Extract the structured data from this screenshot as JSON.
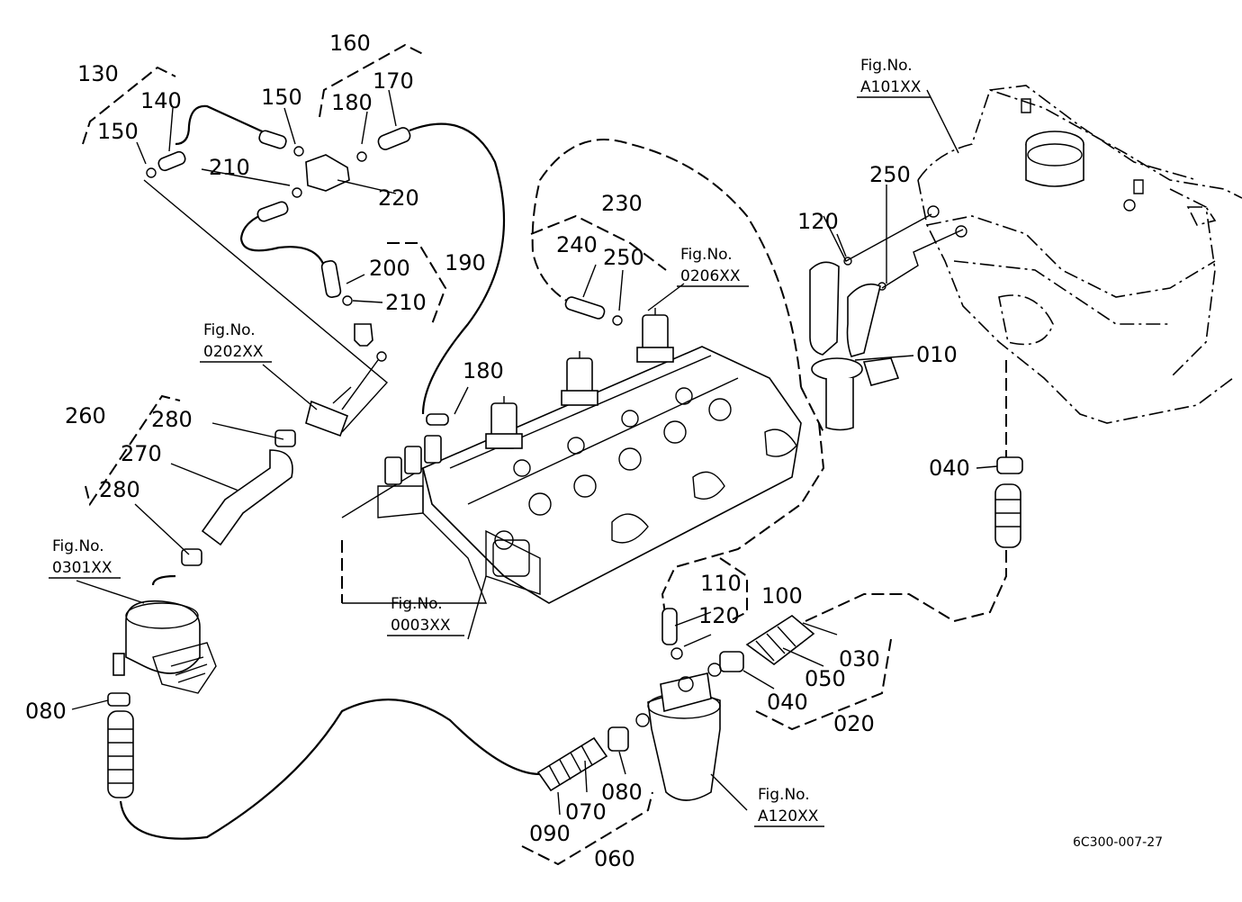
{
  "labels": {
    "l010": "010",
    "l020": "020",
    "l030": "030",
    "l040a": "040",
    "l040b": "040",
    "l050": "050",
    "l060": "060",
    "l070": "070",
    "l080a": "080",
    "l080b": "080",
    "l090": "090",
    "l100": "100",
    "l110": "110",
    "l120a": "120",
    "l120b": "120",
    "l130": "130",
    "l140": "140",
    "l150a": "150",
    "l150b": "150",
    "l160": "160",
    "l170": "170",
    "l180a": "180",
    "l180b": "180",
    "l190": "190",
    "l200": "200",
    "l210a": "210",
    "l210b": "210",
    "l220": "220",
    "l230": "230",
    "l240": "240",
    "l250a": "250",
    "l250b": "250",
    "l260": "260",
    "l270": "270",
    "l280a": "280",
    "l280b": "280"
  },
  "figrefs": {
    "a101": {
      "line1": "Fig.No.",
      "line2": "A101XX"
    },
    "f0206": {
      "line1": "Fig.No.",
      "line2": "0206XX"
    },
    "f0202": {
      "line1": "Fig.No.",
      "line2": "0202XX"
    },
    "f0301": {
      "line1": "Fig.No.",
      "line2": "0301XX"
    },
    "f0003": {
      "line1": "Fig.No.",
      "line2": "0003XX"
    },
    "a120": {
      "line1": "Fig.No.",
      "line2": "A120XX"
    }
  },
  "drawing_code": "6C300-007-27"
}
